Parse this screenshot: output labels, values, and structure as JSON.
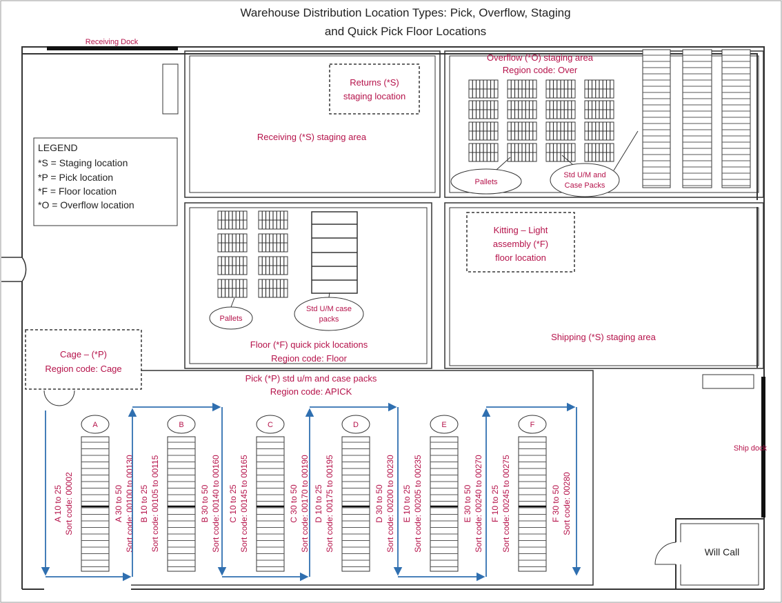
{
  "title": {
    "line1": "Warehouse Distribution Location Types: Pick, Overflow, Staging",
    "line2": "and Quick Pick Floor Locations"
  },
  "colors": {
    "accent": "#b5124a",
    "arrow": "#2f6fb0",
    "line": "#333333"
  },
  "labels": {
    "receiving_dock": "Receiving Dock",
    "returns_line1": "Returns (*S)",
    "returns_line2": "staging location",
    "receiving_area": "Receiving (*S) staging area",
    "overflow_line1": "Overflow (*O) staging area",
    "overflow_line2": "Region code: Over",
    "pallets": "Pallets",
    "std_um_line1": "Std U/M and",
    "std_um_line2": "Case Packs",
    "kitting_line1": "Kitting – Light",
    "kitting_line2": "assembly (*F)",
    "kitting_line3": "floor location",
    "floor_pallets": "Pallets",
    "floor_std_line1": "Std U/M case",
    "floor_std_line2": "packs",
    "floor_line1": "Floor (*F) quick pick locations",
    "floor_line2": "Region code: Floor",
    "shipping_area": "Shipping (*S) staging area",
    "cage_line1": "Cage – (*P)",
    "cage_line2": "Region code: Cage",
    "pick_line1": "Pick (*P) std u/m and case packs",
    "pick_line2": "Region code: APICK",
    "ship_dock": "Ship dock",
    "will_call": "Will Call"
  },
  "legend": {
    "heading": "LEGEND",
    "items": [
      "*S = Staging location",
      "*P = Pick location",
      "*F = Floor location",
      "*O = Overflow location"
    ]
  },
  "aisles": [
    {
      "letter": "A",
      "left_line1": "A 10 to 25",
      "left_line2": "Sort code: 00002",
      "right_line1": "A 30 to 50",
      "right_line2": "Sort code: 00100 to 00130"
    },
    {
      "letter": "B",
      "left_line1": "B 10 to 25",
      "left_line2": "Sort code: 00105 to 00115",
      "right_line1": "B 30 to 50",
      "right_line2": "Sort code: 00140 to 00160"
    },
    {
      "letter": "C",
      "left_line1": "C 10 to 25",
      "left_line2": "Sort code: 00145 to 00165",
      "right_line1": "C 30 to 50",
      "right_line2": "Sort code: 00170 to 00190"
    },
    {
      "letter": "D",
      "left_line1": "D 10 to 25",
      "left_line2": "Sort code: 00175 to 00195",
      "right_line1": "D 30 to 50",
      "right_line2": "Sort code: 00200 to 00230"
    },
    {
      "letter": "E",
      "left_line1": "E 10 to 25",
      "left_line2": "Sort code: 00205 to 00235",
      "right_line1": "E 30 to 50",
      "right_line2": "Sort code: 00240 to 00270"
    },
    {
      "letter": "F",
      "left_line1": "F 10 to 25",
      "left_line2": "Sort code: 00245 to 00275",
      "right_line1": "F 30 to 50",
      "right_line2": "Sort code: 00280"
    }
  ]
}
